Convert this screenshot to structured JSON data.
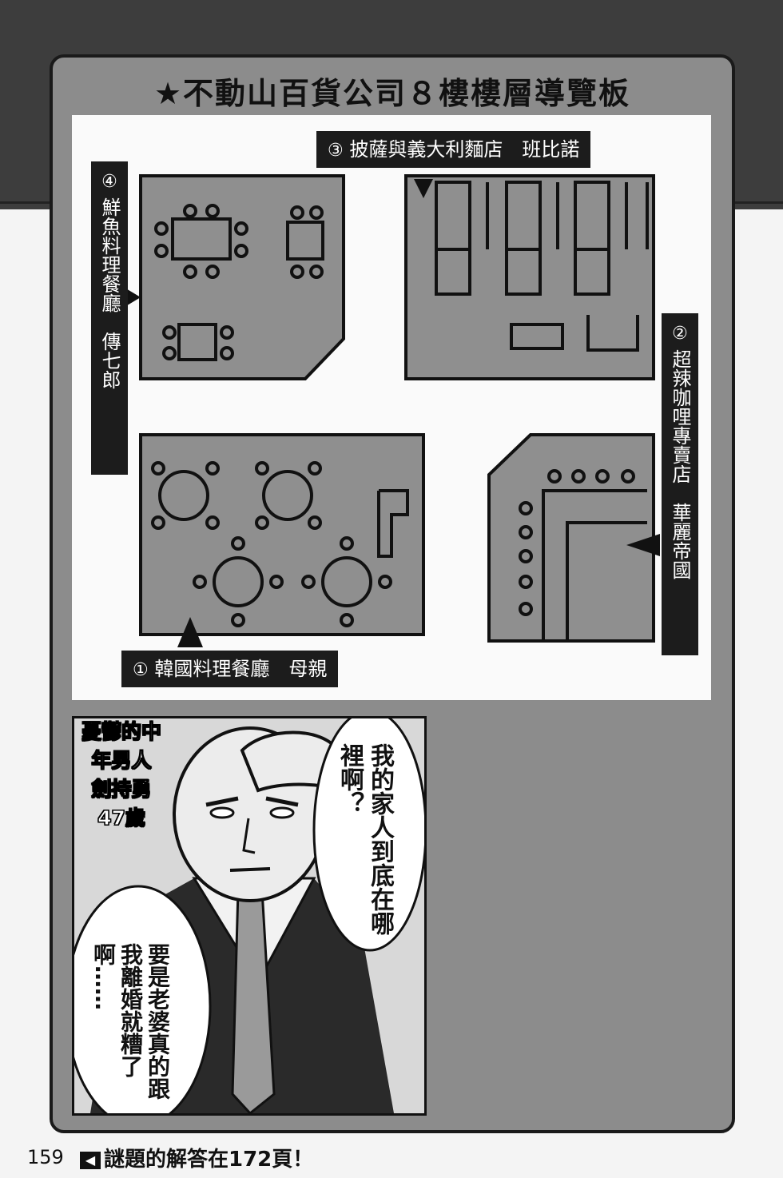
{
  "title": "★不動山百貨公司８樓樓層導覽板",
  "labels": {
    "r1_num": "①",
    "r1_name": "韓國料理餐廳　母親",
    "r2_num": "②",
    "r2_name": "超辣咖哩專賣店　華麗帝國",
    "r3_num": "③",
    "r3_name": "披薩與義大利麵店　班比諾",
    "r4_num": "④",
    "r4_name": "鮮魚料理餐廳　傳七郎"
  },
  "comic": {
    "caption": "憂鬱的中年男人",
    "name": "劍持勇",
    "age": "47歲",
    "bubble1": "我的家人到底在哪裡啊？",
    "bubble2": "要是老婆真的跟我離婚就糟了啊……"
  },
  "footer": {
    "page": "159",
    "hint": "謎題的解答在172頁！",
    "arrow_icon": "left-arrow-icon"
  },
  "colors": {
    "frame": "#8c8c8c",
    "room": "#8f8f8f",
    "label_bg": "#1c1c1c"
  }
}
